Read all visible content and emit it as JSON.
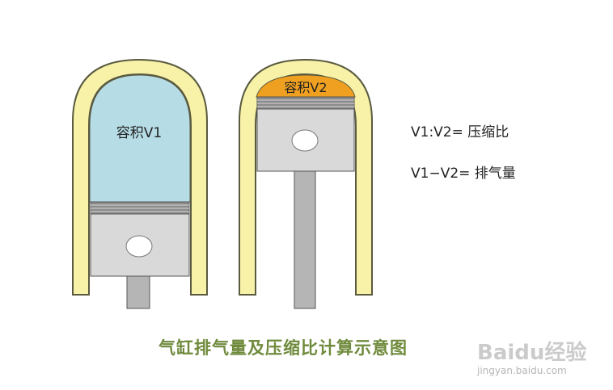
{
  "left_cylinder": {
    "volume_label": "容积V1"
  },
  "right_cylinder": {
    "volume_label": "容积V2"
  },
  "formulas": [
    "V1:V2= 压缩比",
    "V1−V2= 排气量"
  ],
  "caption": "气缸排气量及压缩比计算示意图",
  "watermark": {
    "logo": "Baidu经验",
    "url": "jingyan.baidu.com"
  },
  "colors": {
    "cylinder_wall": "#f7f2a8",
    "cylinder_outline": "#5a5a40",
    "volume_v1": "#b6dde6",
    "volume_v2": "#f0a020",
    "piston": "#d9d9d9",
    "piston_rings": "#8c8c8c",
    "caption": "#6f8a3c"
  }
}
